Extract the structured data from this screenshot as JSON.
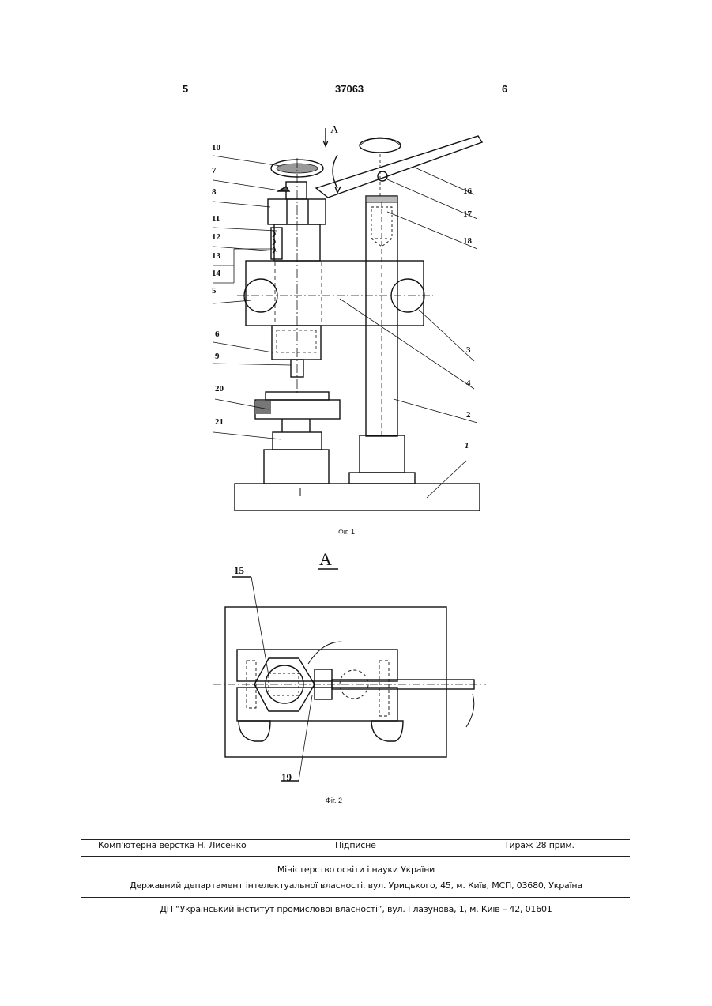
{
  "header": {
    "left": "5",
    "center": "37063",
    "right": "6"
  },
  "figure1": {
    "caption": "Фіг. 1",
    "view_arrow_label": "A",
    "part_labels": [
      "10",
      "7",
      "8",
      "11",
      "12",
      "13",
      "14",
      "5",
      "6",
      "9",
      "20",
      "21",
      "16",
      "17",
      "18",
      "3",
      "4",
      "2",
      "1"
    ]
  },
  "figure2": {
    "caption": "Фіг. 2",
    "view_title": "A",
    "part_labels": [
      "15",
      "19"
    ]
  },
  "footer": {
    "layout_credit": "Комп'ютерна верстка Н. Лисенко",
    "signed": "Підписне",
    "print_run": "Тираж 28 прим.",
    "ministry": "Міністерство освіти і науки України",
    "department": "Державний департамент інтелектуальної власності, вул. Урицького, 45, м. Київ, МСП, 03680, Україна",
    "institute": "ДП “Український інститут промислової власності”, вул. Глазунова, 1, м. Київ – 42, 01601"
  }
}
